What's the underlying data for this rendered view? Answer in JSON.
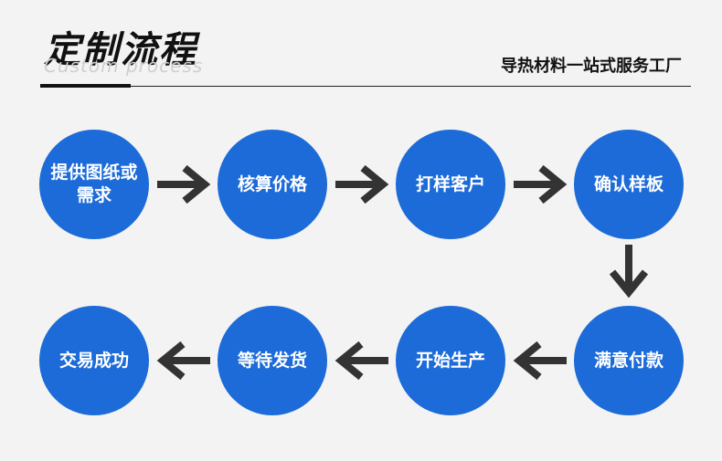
{
  "header": {
    "title": "定制流程",
    "subtitle": "Custom process",
    "tagline": "导热材料一站式服务工厂"
  },
  "steps": [
    {
      "label": "提供图纸或需求"
    },
    {
      "label": "核算价格"
    },
    {
      "label": "打样客户"
    },
    {
      "label": "确认样板"
    },
    {
      "label": "满意付款"
    },
    {
      "label": "开始生产"
    },
    {
      "label": "等待发货"
    },
    {
      "label": "交易成功"
    }
  ],
  "colors": {
    "step_fill": "#1c6bd8",
    "arrow": "#333333",
    "background": "#f3f3f3"
  }
}
